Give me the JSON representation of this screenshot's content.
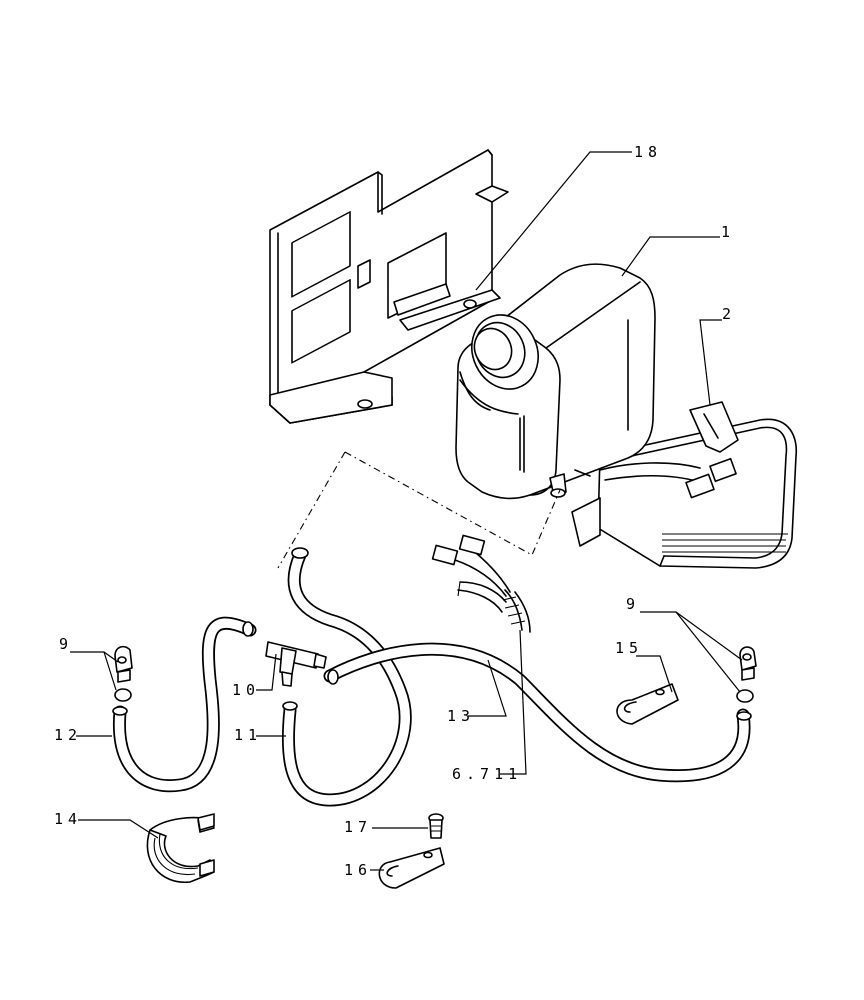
{
  "callouts": [
    {
      "id": "c18",
      "label": "18"
    },
    {
      "id": "c1",
      "label": "1"
    },
    {
      "id": "c2",
      "label": "2"
    },
    {
      "id": "c9a",
      "label": "9"
    },
    {
      "id": "c9b",
      "label": "9"
    },
    {
      "id": "c15",
      "label": "15"
    },
    {
      "id": "c10",
      "label": "10"
    },
    {
      "id": "c12",
      "label": "12"
    },
    {
      "id": "c11",
      "label": "11"
    },
    {
      "id": "c13",
      "label": "13"
    },
    {
      "id": "c6711",
      "label": "6.711"
    },
    {
      "id": "c14",
      "label": "14"
    },
    {
      "id": "c17",
      "label": "17"
    },
    {
      "id": "c16",
      "label": "16"
    }
  ]
}
